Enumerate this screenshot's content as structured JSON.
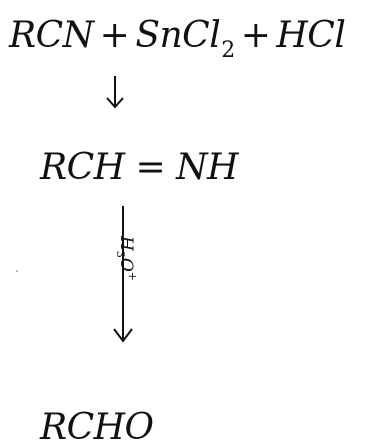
{
  "reaction": {
    "reactant1": "RCN",
    "plus1": "+",
    "reactant2": "SnCl",
    "reactant2_sub": "2",
    "plus2": "+",
    "reactant3": "HCl",
    "arrow1": "↓",
    "intermediate": "RCH = NH",
    "reagent_main": "H",
    "reagent_sub": "3",
    "reagent_rest": "O",
    "reagent_charge": "+",
    "product": "RCHO"
  }
}
